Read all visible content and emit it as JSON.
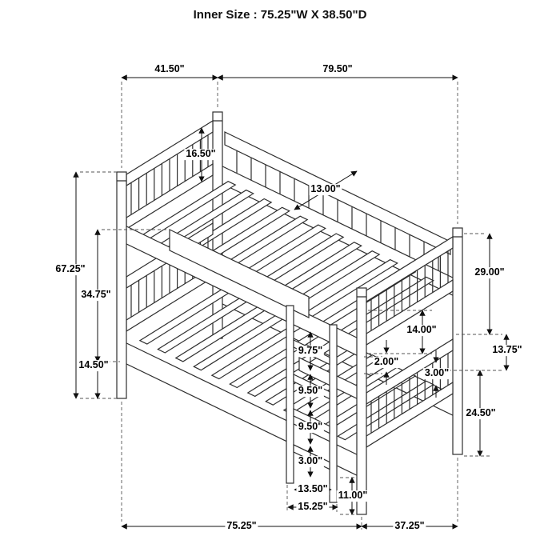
{
  "title": "Inner Size : 75.25\"W X  38.50\"D",
  "line_color": "#2e2e2e",
  "dim_color": "#111111",
  "dimensions": {
    "head_width_top": "41.50\"",
    "length_top": "79.50\"",
    "headboard_panel_height": "16.50\"",
    "slat_length": "13.00\"",
    "overall_height": "67.25\"",
    "upper_rail_to_base": "34.75\"",
    "base_clearance": "14.50\"",
    "right_upper_section": "29.00\"",
    "guardrail_height": "14.00\"",
    "board_thickness": "2.00\"",
    "right_mid_section": "13.75\"",
    "rail_thickness": "3.00\"",
    "right_lower_section": "24.50\"",
    "ladder_step_1": "9.75\"",
    "ladder_step_2": "9.50\"",
    "ladder_step_3": "9.50\"",
    "ladder_step_4": "3.00\"",
    "ladder_inner_width": "13.50\"",
    "ladder_outer_width": "15.25\"",
    "leg_clearance": "11.00\"",
    "overall_length_bottom": "75.25\"",
    "overall_depth_bottom": "37.25\""
  }
}
